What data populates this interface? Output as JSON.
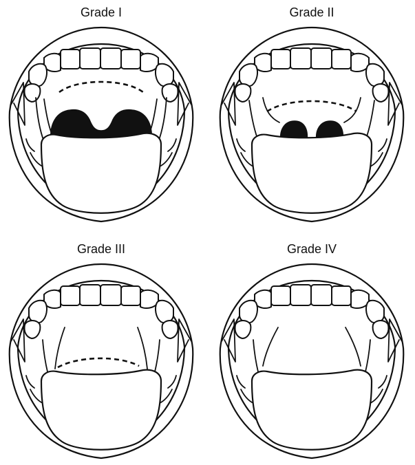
{
  "panels": [
    {
      "title": "Grade I"
    },
    {
      "title": "Grade II"
    },
    {
      "title": "Grade III"
    },
    {
      "title": "Grade IV"
    }
  ],
  "colors": {
    "line": "#111111",
    "background": "#ffffff"
  }
}
